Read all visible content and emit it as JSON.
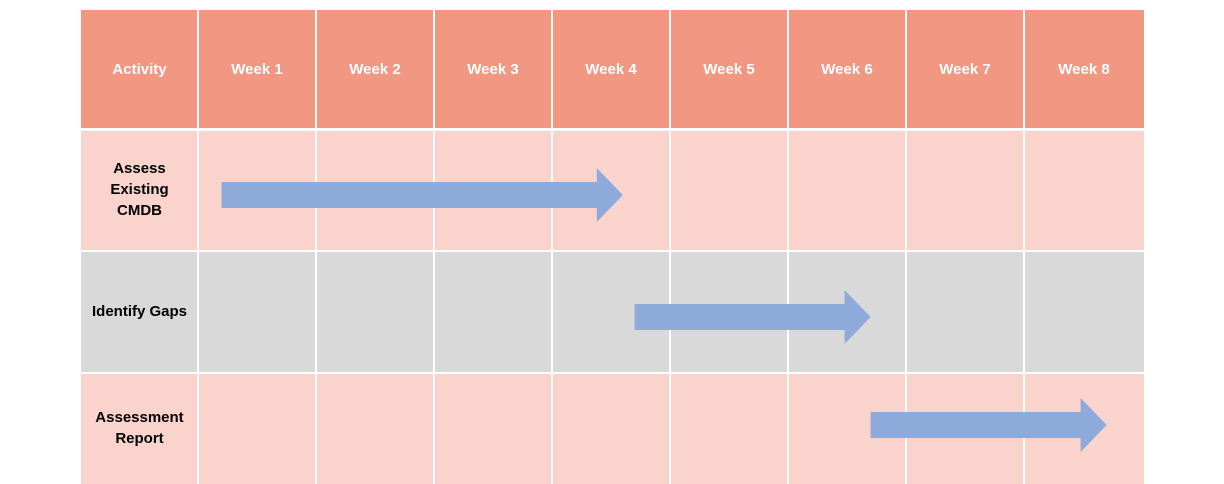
{
  "header": {
    "activity_label": "Activity",
    "weeks": [
      "Week 1",
      "Week 2",
      "Week 3",
      "Week 4",
      "Week 5",
      "Week 6",
      "Week 7",
      "Week 8"
    ]
  },
  "activities": [
    {
      "label": "Assess Existing CMDB",
      "start_week": 1.2,
      "end_week": 4.6
    },
    {
      "label": "Identify Gaps",
      "start_week": 4.7,
      "end_week": 6.7
    },
    {
      "label": "Assessment Report",
      "start_week": 6.7,
      "end_week": 8.7
    }
  ],
  "colors": {
    "header": "#f29882",
    "row_pink": "#f9d3cc",
    "row_gray": "#d9d9d9",
    "arrow": "#8eaadb",
    "grid": "#ffffff"
  }
}
